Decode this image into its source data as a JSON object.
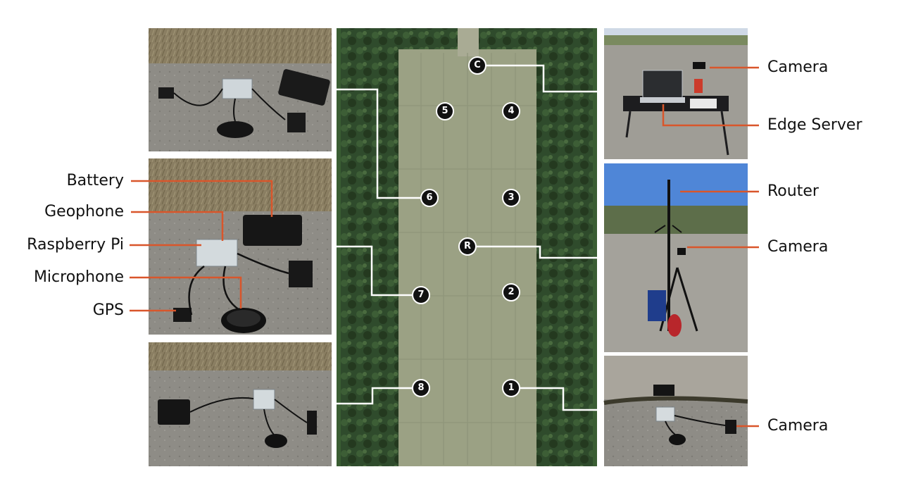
{
  "markers": {
    "c": "C",
    "r": "R",
    "n1": "1",
    "n2": "2",
    "n3": "3",
    "n4": "4",
    "n5": "5",
    "n6": "6",
    "n7": "7",
    "n8": "8"
  },
  "labels": {
    "camera_top": "Camera",
    "edge_server": "Edge Server",
    "router": "Router",
    "camera_mid": "Camera",
    "camera_bottom": "Camera",
    "battery": "Battery",
    "geophone": "Geophone",
    "raspberry_pi": "Raspberry Pi",
    "microphone": "Microphone",
    "gps": "GPS"
  },
  "colors": {
    "callout": "#d9562b",
    "connector": "#ffffff",
    "marker_fill": "#111111",
    "asphalt": "#8b8a84",
    "runway": "#9aa083",
    "trees": "#2e4a2b",
    "sky": "#5f8fd6"
  },
  "icons": {
    "photos": [
      "sensor-kit-photo",
      "aerial-runway-photo",
      "edge-server-photo",
      "router-tripod-photo",
      "roadside-camera-photo"
    ]
  }
}
